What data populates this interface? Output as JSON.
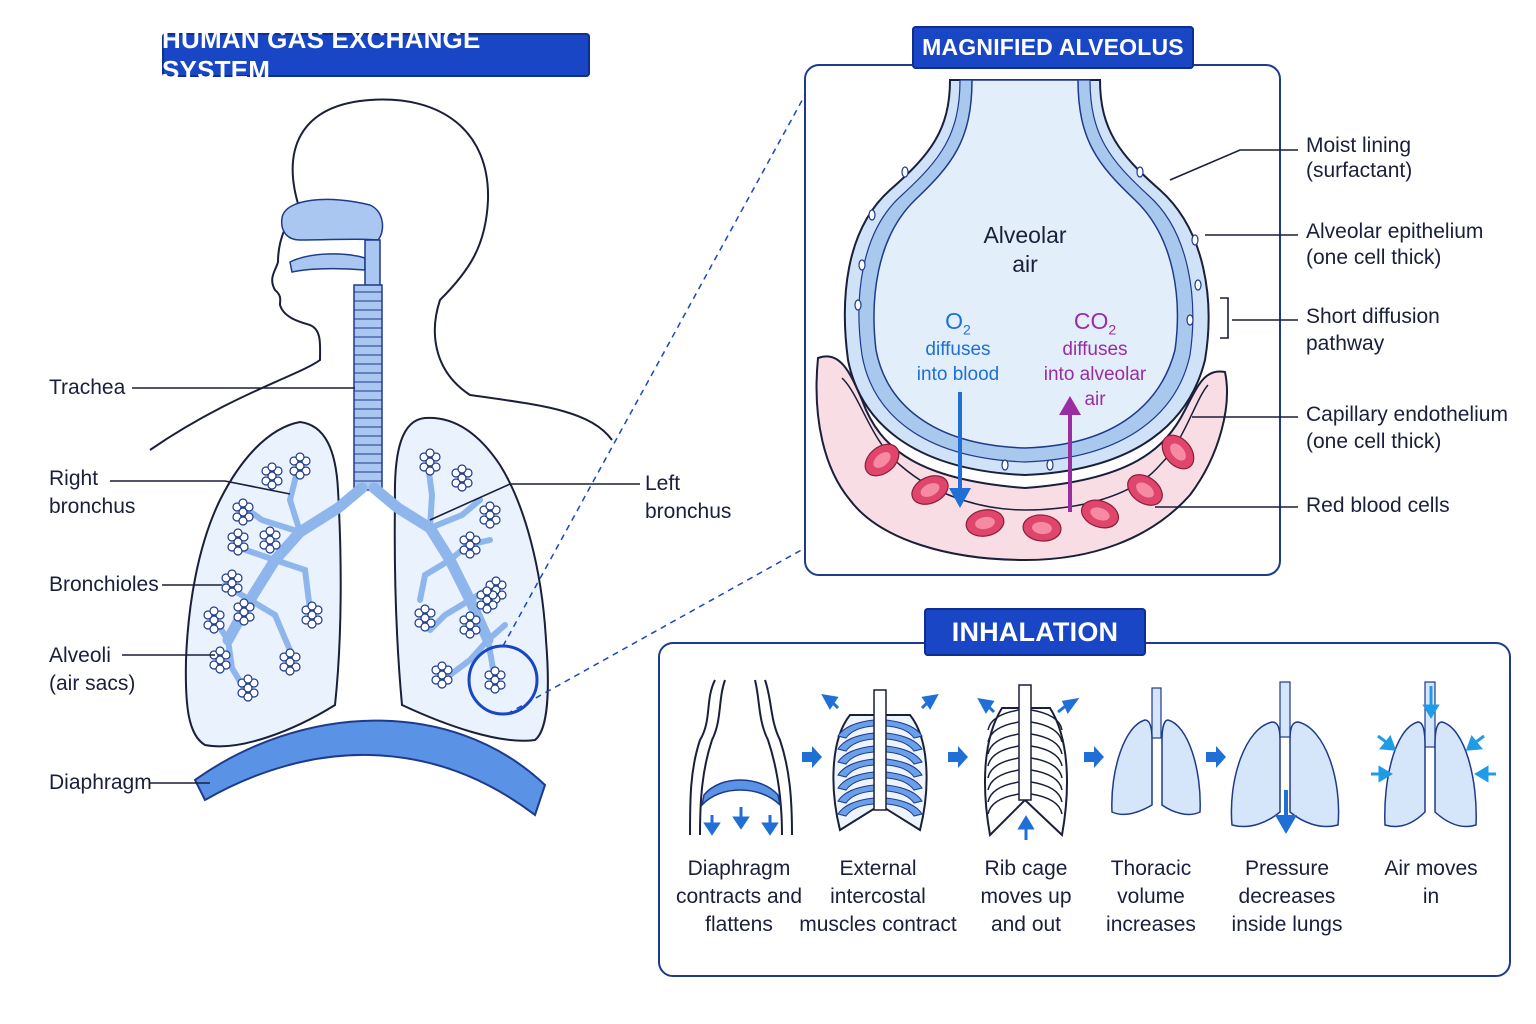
{
  "colors": {
    "accent": "#1846c4",
    "outline": "#1e3a8a",
    "lung_fill": "#e8f1fc",
    "airway": "#93b9ee",
    "o2": "#1f6fd6",
    "co2": "#9b2da3",
    "rbc": "#e0466b",
    "capillary": "#f7d6df"
  },
  "left": {
    "title": "HUMAN GAS EXCHANGE SYSTEM",
    "labels": {
      "trachea": "Trachea",
      "right_bronchus_1": "Right",
      "right_bronchus_2": "bronchus",
      "bronchioles": "Bronchioles",
      "alveoli_1": "Alveoli",
      "alveoli_2": "(air sacs)",
      "diaphragm": "Diaphragm",
      "left_bronchus_1": "Left",
      "left_bronchus_2": "bronchus"
    }
  },
  "alveolus": {
    "title": "MAGNIFIED ALVEOLUS",
    "air_1": "Alveolar",
    "air_2": "air",
    "o2_formula": "O",
    "o2_sub": "2",
    "o2_text_1": "diffuses",
    "o2_text_2": "into blood",
    "co2_formula": "CO",
    "co2_sub": "2",
    "co2_text_1": "diffuses",
    "co2_text_2": "into alveolar",
    "co2_text_3": "air",
    "labels": {
      "moist_1": "Moist lining",
      "moist_2": "(surfactant)",
      "epi_1": "Alveolar epithelium",
      "epi_2": "(one cell thick)",
      "short_1": "Short diffusion",
      "short_2": "pathway",
      "cap_1": "Capillary endothelium",
      "cap_2": "(one cell thick)",
      "rbc": "Red blood cells"
    }
  },
  "inhalation": {
    "title": "INHALATION",
    "steps": [
      {
        "l1": "Diaphragm",
        "l2": "contracts and",
        "l3": "flattens"
      },
      {
        "l1": "External",
        "l2": "intercostal",
        "l3": "muscles contract"
      },
      {
        "l1": "Rib cage",
        "l2": "moves up",
        "l3": "and out"
      },
      {
        "l1": "Thoracic",
        "l2": "volume",
        "l3": "increases"
      },
      {
        "l1": "Pressure",
        "l2": "decreases",
        "l3": "inside lungs"
      },
      {
        "l1": "Air moves",
        "l2": "in",
        "l3": ""
      }
    ]
  }
}
